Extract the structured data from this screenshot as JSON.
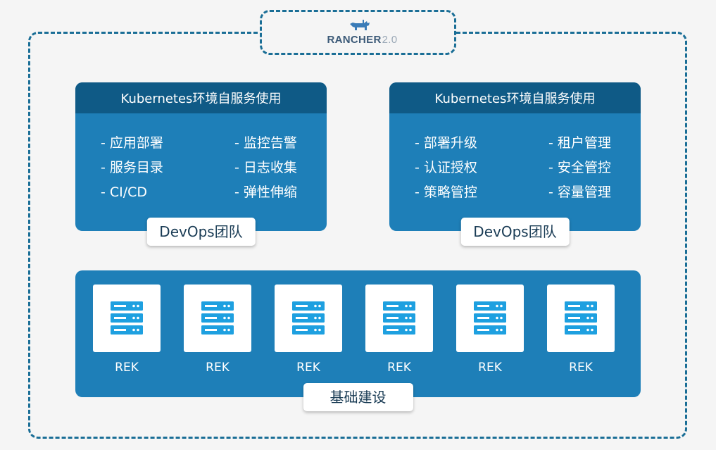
{
  "logo": {
    "brand": "RANCHER",
    "version": "2.0"
  },
  "panels": [
    {
      "header": "Kubernetes环境自服务使用",
      "features": [
        "- 应用部署",
        "- 监控告警",
        "- 服务目录",
        "- 日志收集",
        "- CI/CD",
        "- 弹性伸缩"
      ],
      "team": "DevOps团队"
    },
    {
      "header": "Kubernetes环境自服务使用",
      "features": [
        "- 部署升级",
        "- 租户管理",
        "- 认证授权",
        "- 安全管控",
        "- 策略管控",
        "- 容量管理"
      ],
      "team": "DevOps团队"
    }
  ],
  "infrastructure": {
    "servers": [
      "REK",
      "REK",
      "REK",
      "REK",
      "REK",
      "REK"
    ],
    "label": "基础建设"
  },
  "colors": {
    "frame": "#1a6e96",
    "panel": "#1e7fb8",
    "panel_header": "#0f5a86",
    "server_icon": "#1ea0e0",
    "background": "#f5f5f5"
  },
  "icons": {
    "logo": "rancher-cow-icon",
    "server": "server-stack-icon"
  }
}
